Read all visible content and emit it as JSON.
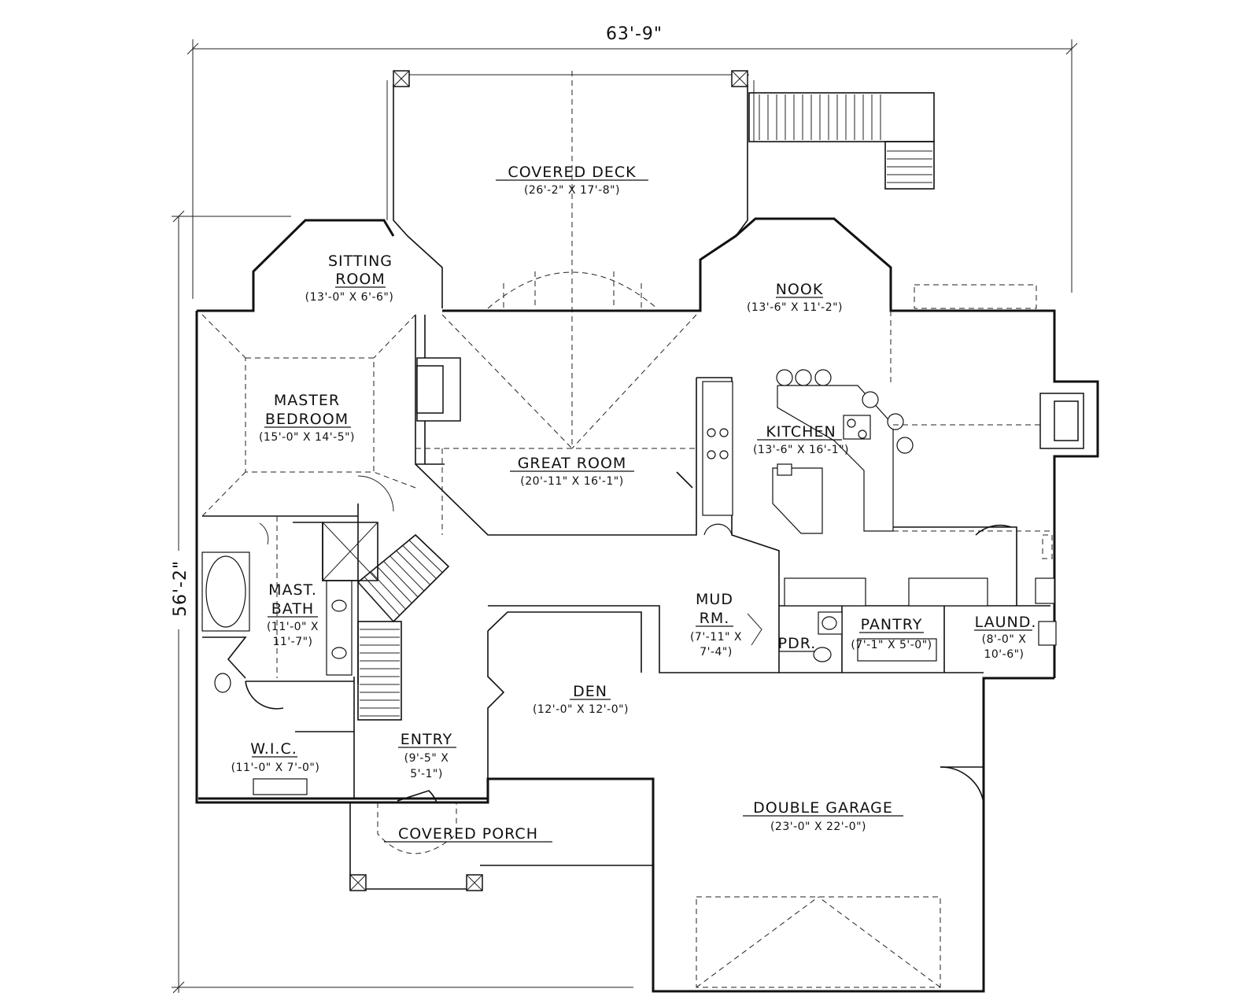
{
  "dimensions": {
    "width_label": "63'-9\"",
    "depth_label": "56'-2\""
  },
  "rooms": {
    "covered_deck": {
      "name": "COVERED DECK",
      "size": "(26'-2\" X 17'-8\")"
    },
    "sitting_room": {
      "name_line1": "SITTING",
      "name_line2": "ROOM",
      "size": "(13'-0\" X 6'-6\")"
    },
    "nook": {
      "name": "NOOK",
      "size": "(13'-6\" X 11'-2\")"
    },
    "master_bedroom": {
      "name_line1": "MASTER",
      "name_line2": "BEDROOM",
      "size": "(15'-0\" X 14'-5\")"
    },
    "kitchen": {
      "name": "KITCHEN",
      "size": "(13'-6\" X 16'-1\")"
    },
    "great_room": {
      "name": "GREAT ROOM",
      "size": "(20'-11\" X 16'-1\")"
    },
    "master_bath": {
      "name_line1": "MAST.",
      "name_line2": "BATH",
      "size_line1": "(11'-0\" X",
      "size_line2": "11'-7\")"
    },
    "mud_room": {
      "name_line1": "MUD",
      "name_line2": "RM.",
      "size_line1": "(7'-11\" X",
      "size_line2": "7'-4\")"
    },
    "pantry": {
      "name": "PANTRY",
      "size": "(7'-1\" X 5'-0\")"
    },
    "laundry": {
      "name": "LAUND.",
      "size_line1": "(8'-0\" X",
      "size_line2": "10'-6\")"
    },
    "powder": {
      "name": "PDR."
    },
    "den": {
      "name": "DEN",
      "size": "(12'-0\" X 12'-0\")"
    },
    "entry": {
      "name": "ENTRY",
      "size_line1": "(9'-5\" X",
      "size_line2": "5'-1\")"
    },
    "wic": {
      "name": "W.I.C.",
      "size": "(11'-0\" X 7'-0\")"
    },
    "covered_porch": {
      "name": "COVERED PORCH"
    },
    "double_garage": {
      "name": "DOUBLE GARAGE",
      "size": "(23'-0\" X 22'-0\")"
    }
  }
}
